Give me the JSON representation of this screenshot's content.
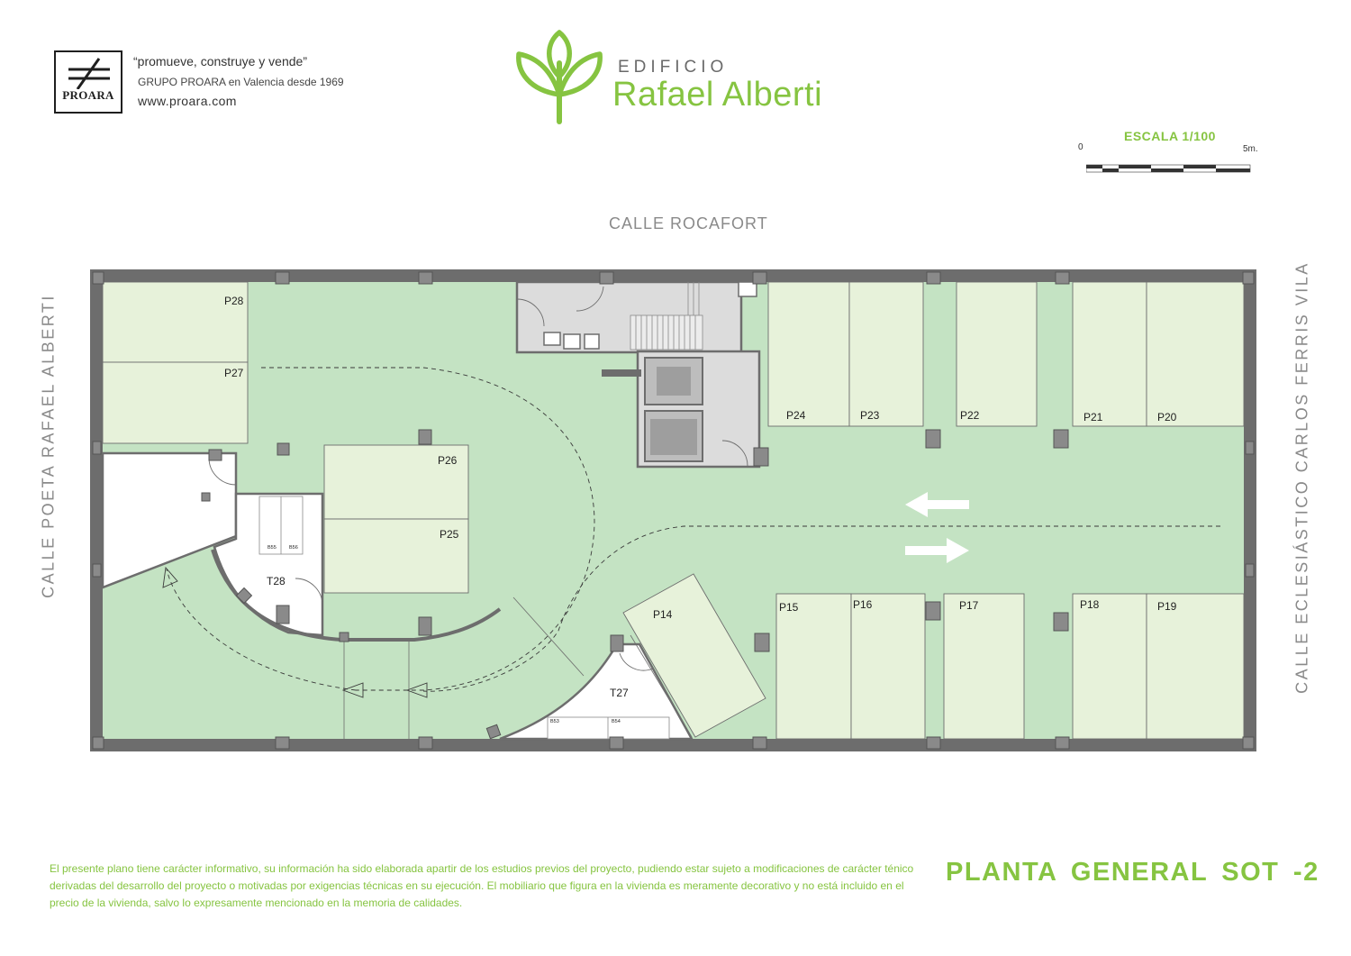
{
  "header": {
    "logo_name": "PROARA",
    "tagline": "“promueve, construye y vende”",
    "since": "GRUPO PROARA en Valencia desde 1969",
    "website": "www.proara.com",
    "brand_sup": "EDIFICIO",
    "brand_title": "Rafael Alberti"
  },
  "scale": {
    "title": "ESCALA 1/100",
    "start": "0",
    "end": "5m."
  },
  "streets": {
    "top": "CALLE ROCAFORT",
    "left": "CALLE   POETA  RAFAEL  ALBERTI",
    "right": "CALLE  ECLESIÁSTICO  CARLOS  FERRIS  VILA"
  },
  "plan": {
    "parking": {
      "p14": "P14",
      "p15": "P15",
      "p16": "P16",
      "p17": "P17",
      "p18": "P18",
      "p19": "P19",
      "p20": "P20",
      "p21": "P21",
      "p22": "P22",
      "p23": "P23",
      "p24": "P24",
      "p25": "P25",
      "p26": "P26",
      "p27": "P27",
      "p28": "P28"
    },
    "storage_rooms": {
      "t27": "T27",
      "t28": "T28"
    },
    "boxes": {
      "b53": "B53",
      "b54": "B54",
      "b55": "B55",
      "b56": "B56"
    }
  },
  "footer": {
    "disclaimer": "El presente plano tiene carácter informativo, su información ha sido elaborada apartir de los estudios previos del proyecto, pudiendo estar sujeto a modificaciones de carácter ténico derivadas del desarrollo del proyecto o motivadas por exigencias técnicas en su ejecución. El mobiliario que figura en la vivienda es meramente decorativo y no está incluido en el precio de la vivienda, salvo lo expresamente mencionado en la memoria de calidades.",
    "plan_title": "PLANTA GENERAL SOT -2"
  },
  "colors": {
    "accent_green": "#86c441",
    "floor_green": "#c4e3c3",
    "space_green": "#e7f2da",
    "wall_gray": "#6d6d6d"
  }
}
